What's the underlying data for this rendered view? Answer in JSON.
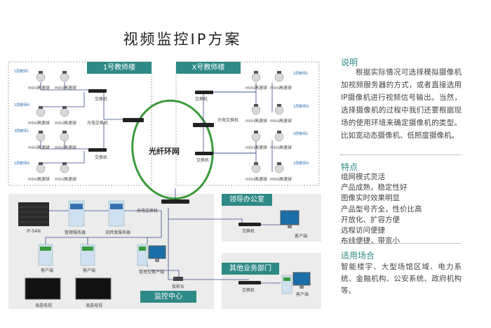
{
  "title": "视频监控IP方案",
  "diagram": {
    "building1": {
      "label": "1号教师楼"
    },
    "buildingX": {
      "label": "X号教师楼"
    },
    "fiber_ring": "光纤环网",
    "cam_labels": {
      "mini": "mini高速球",
      "n1": "1层教师1",
      "nN": "1层教师N",
      "n3": "3层教师1"
    },
    "switch": "交换机",
    "optical_switch": "光电交换机",
    "leader_office": "领导办公室",
    "other_dept": "其他业务部门",
    "monitor_center": "监控中心",
    "ip_san": "IP-SAN",
    "mgmt_server": "管理服务器",
    "stream_server": "流转发服务器",
    "client": "客户端",
    "mgmt_client": "管理型客户端",
    "lcd_tv": "液晶电视",
    "projector": "投影仪"
  },
  "sidebar": {
    "desc_heading": "说明",
    "desc_text": "根据实际情况可选择模拟摄像机加视频服务器的方式，或者直接选用IP摄像机进行视频信号输出。当然，选择摄像机的过程中我们还要根据现场的使用环境来确定摄像机的类型。比如宽动态摄像机、低照度摄像机。",
    "features_heading": "特点",
    "features": [
      "组网模式灵活",
      "产品成熟，稳定性好",
      "图像实时效果明显",
      "产品型号齐全，性价比高",
      "开放化、扩容方便",
      "远程访问便捷",
      "布线便捷，带宽小"
    ],
    "usage_heading": "适用场合",
    "usage_text": "智能楼宇、大型场馆区域、电力系统、金融机构、公安系统、政府机构等。"
  },
  "colors": {
    "accent": "#2e8a86",
    "panel": "#ececec",
    "ring": "#3a9a3a"
  }
}
